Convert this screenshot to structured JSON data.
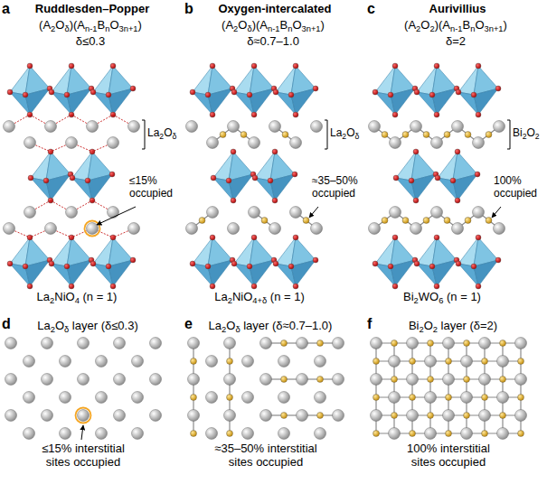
{
  "diagram": {
    "labels": [
      "a",
      "Ruddlesden–Popper",
      "(A2Oδ)(An-1BnO3n+1)",
      "δ≤0.3",
      "La2Oδ",
      "≤15% occupied",
      "La2NiO4 (n = 1)",
      "b",
      "Oxygen-intercalated",
      "(A2Oδ)(An-1BnO3n+1)",
      "δ≈0.7–1.0",
      "La2Oδ",
      "≈35–50% occupied",
      "La2NiO4+δ (n = 1)",
      "c",
      "Aurivillius",
      "(A2O2)(An-1BnO3n+1)",
      "δ=2",
      "Bi2O2",
      "100% occupied",
      "Bi2WO6 (n = 1)",
      "d",
      "La2Oδ layer (δ≤0.3)",
      "≤15% interstitial sites occupied",
      "e",
      "La2Oδ layer (δ≈0.7–1.0)",
      "≈35–50% interstitial sites occupied",
      "f",
      "Bi2O2 layer (δ=2)",
      "100% interstitial sites occupied"
    ]
  }
}
